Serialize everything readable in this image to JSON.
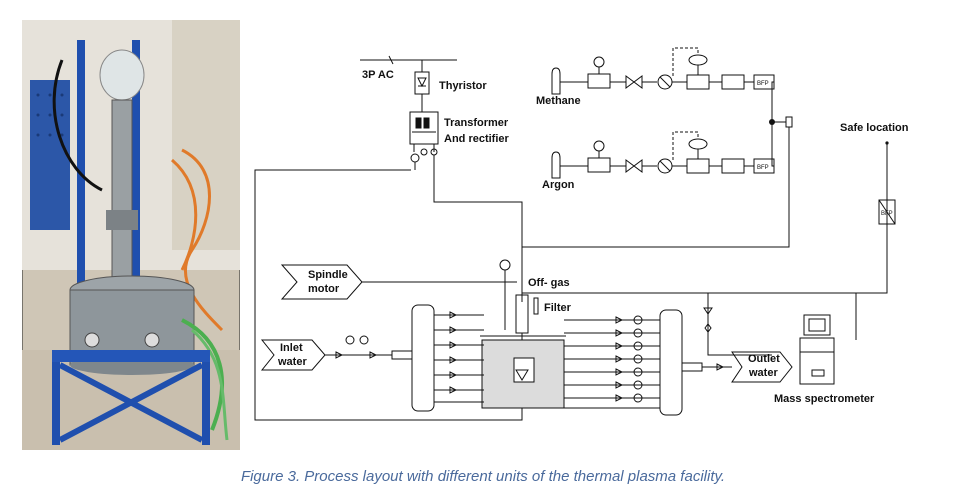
{
  "labels": {
    "power": "3P AC",
    "thyristor": "Thyristor",
    "transformer_line1": "Transformer",
    "transformer_line2": "And rectifier",
    "methane": "Methane",
    "argon": "Argon",
    "safe_location": "Safe location",
    "spindle_line1": "Spindle",
    "spindle_line2": "motor",
    "offgas": "Off- gas",
    "filter": "Filter",
    "inlet_line1": "Inlet",
    "inlet_line2": "water",
    "outlet_line1": "Outlet",
    "outlet_line2": "water",
    "mass_spec": "Mass spectrometer",
    "bfp": "BFP"
  },
  "caption": "Figure 3. Process layout with different units of the thermal plasma facility."
}
